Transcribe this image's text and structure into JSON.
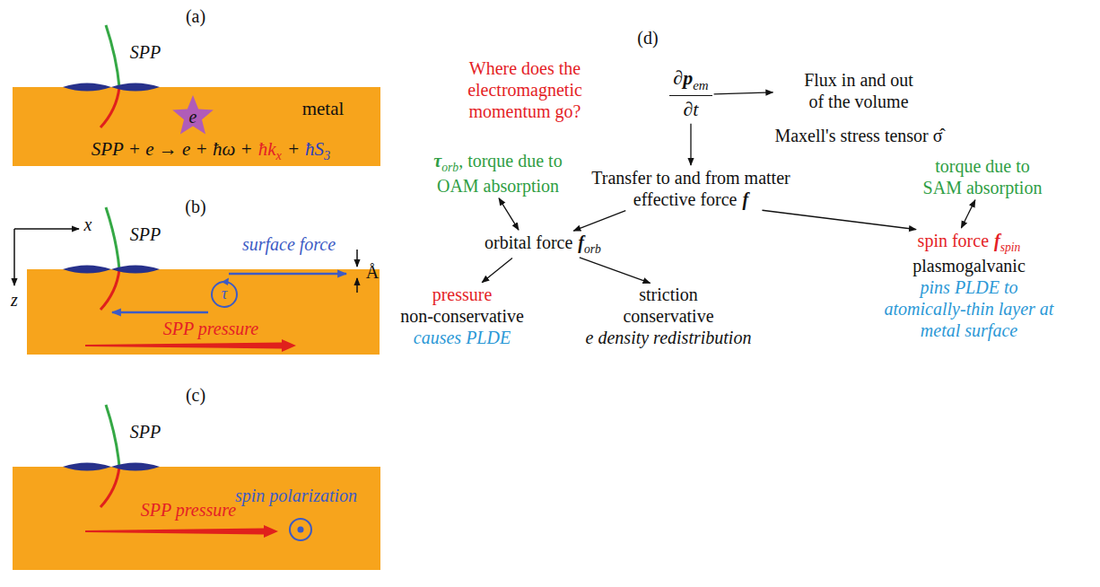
{
  "diagram": {
    "nodes": [
      {
        "text": [
          "metal",
          "SPP + e → e + ħω +",
          "ħk",
          "x",
          "+",
          "ħS",
          "3"
        ]
      },
      {
        "text": [
          "e"
        ],
        "in": 0
      },
      {
        "text": [
          "SPP pressure"
        ]
      },
      {
        "text": [
          "τ"
        ],
        "in": 2
      },
      {
        "text": [
          "spin polarization",
          "SPP pressure"
        ]
      },
      {
        "text": [
          "∂",
          "p",
          "em",
          "∂t"
        ]
      },
      {
        "text": [
          "Flux in and out of the volume",
          "Maxell's stress tensor σ̂"
        ]
      },
      {
        "text": [
          "τ",
          "orb",
          ", torque due to OAM absorption"
        ]
      },
      {
        "text": [
          "Transfer to and from matter",
          "effective force",
          "f"
        ]
      },
      {
        "text": [
          "torque due to SAM absorption"
        ]
      },
      {
        "text": [
          "orbital force",
          "f",
          "orb"
        ]
      },
      {
        "text": [
          "spin force",
          "f",
          "spin",
          "plasmogalvanic",
          "pins PLDE to atomically-thin layer at metal surface"
        ]
      },
      {
        "text": [
          "pressure",
          "non-conservative",
          "causes PLDE"
        ]
      },
      {
        "text": [
          "striction",
          "conservative",
          "e density redistribution"
        ]
      }
    ],
    "edges": [
      {
        "from": 5,
        "to": 6,
        "arrow": "to"
      },
      {
        "from": 5,
        "to": 8,
        "arrow": "to"
      },
      {
        "from": 8,
        "to": 10,
        "arrow": "to"
      },
      {
        "from": 8,
        "to": 11,
        "arrow": "to"
      },
      {
        "from": 7,
        "to": 10,
        "arrow": "both"
      },
      {
        "from": 9,
        "to": 11,
        "arrow": "both"
      },
      {
        "from": 10,
        "to": 12,
        "arrow": "to"
      },
      {
        "from": 10,
        "to": 13,
        "arrow": "to"
      }
    ],
    "labels": [
      "(a)",
      "SPP",
      "(b)",
      "x",
      "SPP",
      "surface force",
      "Å",
      "z",
      "(c)",
      "SPP",
      "(d)",
      "Where does the electromagnetic momentum go?"
    ]
  }
}
